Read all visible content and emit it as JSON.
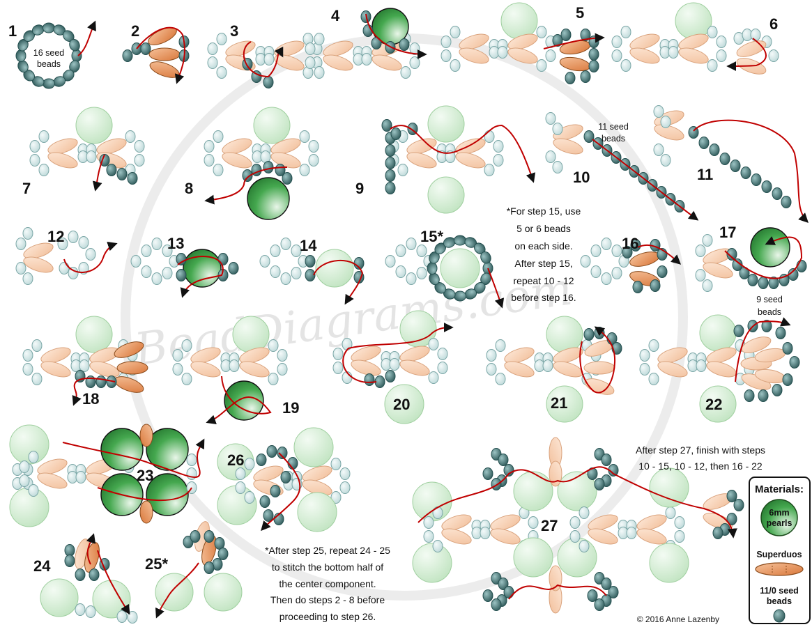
{
  "colors": {
    "seed_fill": "#cfe3e3",
    "seed_stroke": "#6f9c9c",
    "seed_dark": "#2f5f5f",
    "duo_fill": "#f4c9a9",
    "duo_active": "#e0874a",
    "pearl_light": "#d6efd6",
    "pearl_dark": "#2f8a3a",
    "thread": "#c00000"
  },
  "watermark": "BeadDiagrams.com",
  "step_labels": [
    "1",
    "2",
    "3",
    "4",
    "5",
    "6",
    "7",
    "8",
    "9",
    "10",
    "11",
    "12",
    "13",
    "14",
    "15*",
    "16",
    "17",
    "18",
    "19",
    "20",
    "21",
    "22",
    "23",
    "24",
    "25*",
    "26",
    "27"
  ],
  "annotations": {
    "step1_line1": "16 seed",
    "step1_line2": "beads",
    "step10_line1": "11 seed",
    "step10_line2": "beads",
    "step17_line1": "9 seed",
    "step17_line2": "beads"
  },
  "notes": {
    "step15_note": [
      "*For step 15, use",
      "5 or 6 beads",
      "on each side.",
      "After step 15,",
      "repeat 10 - 12",
      "before step 16."
    ],
    "step25_note": [
      "*After step 25, repeat 24 - 25",
      "to stitch the bottom half of",
      "the center component.",
      "Then do steps 2 - 8 before",
      "proceeding to step 26."
    ],
    "step27_note": [
      "After step 27, finish with steps",
      "10 - 15, 10 - 12, then 16 - 22"
    ]
  },
  "materials": {
    "title": "Materials:",
    "pearl_label": [
      "6mm",
      "pearls"
    ],
    "superduo_label": "Superduos",
    "seed_label": [
      "11/0 seed",
      "beads"
    ]
  },
  "copyright": "© 2016 Anne Lazenby"
}
